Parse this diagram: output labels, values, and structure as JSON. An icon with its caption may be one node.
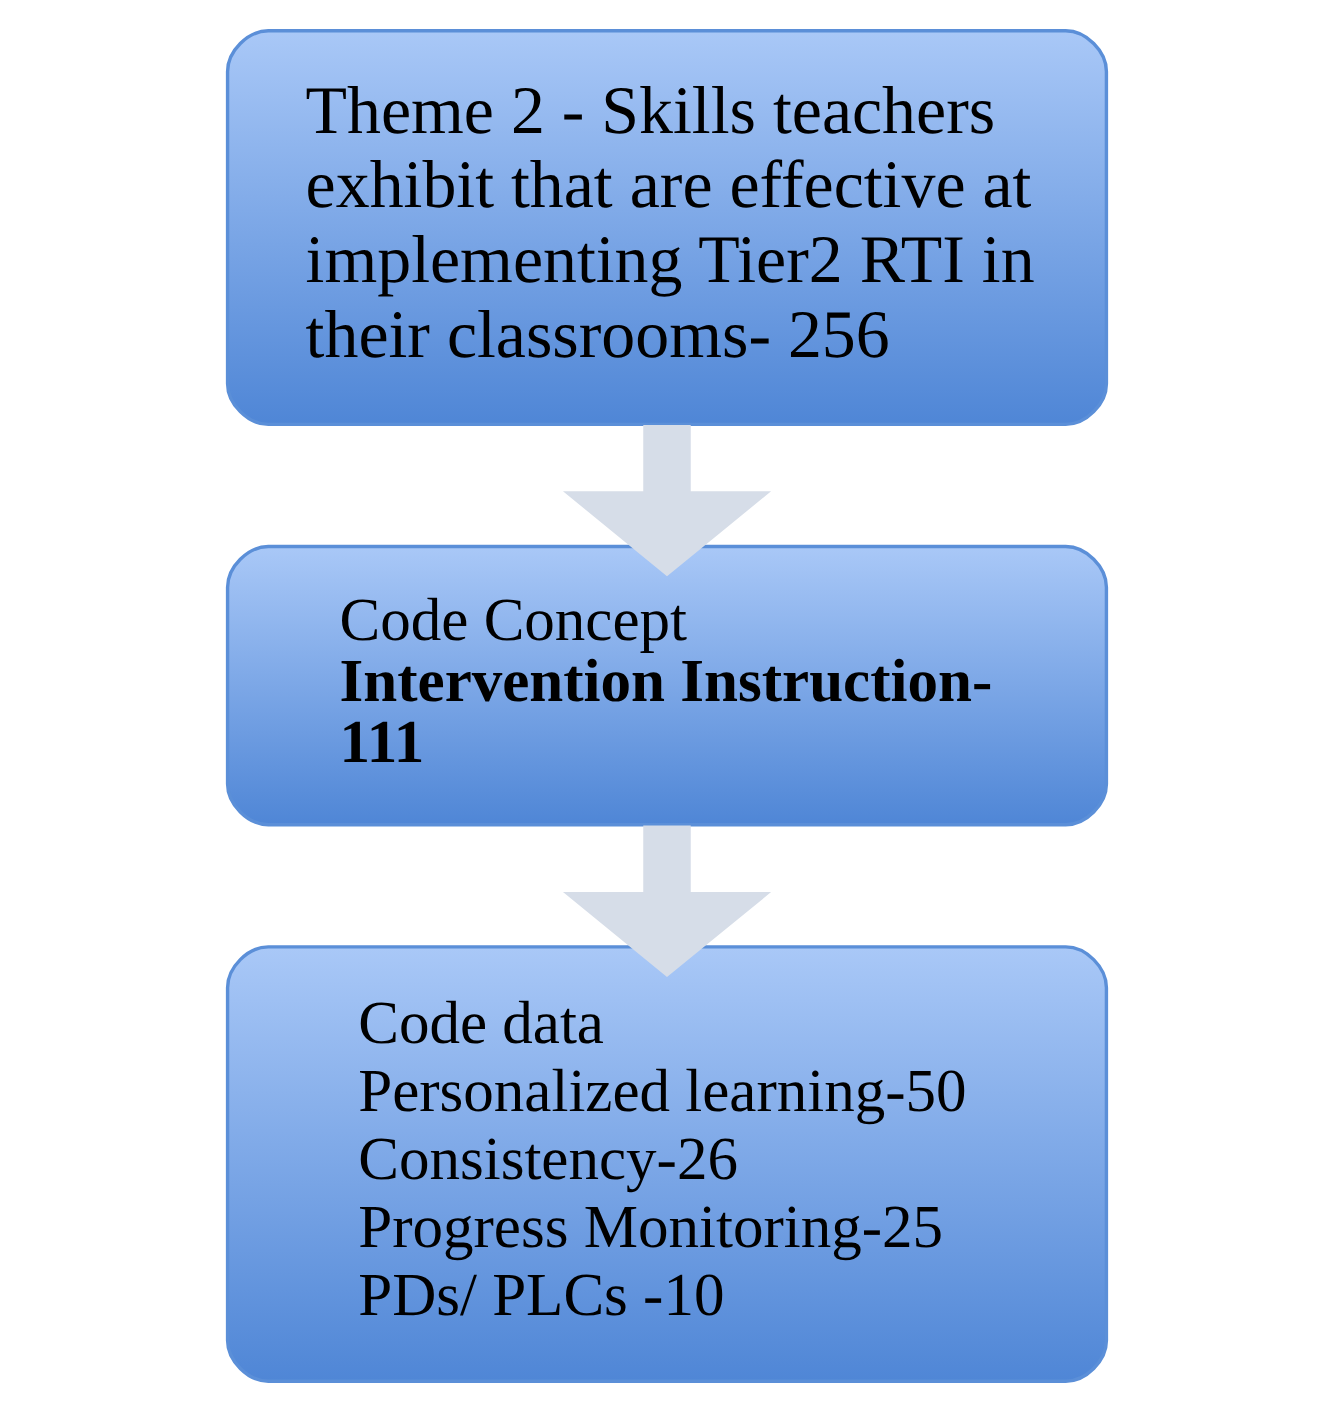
{
  "diagram": {
    "nodes": [
      {
        "text": [
          "Theme 2 - Skills teachers exhibit that are effective at implementing Tier2 RTI in their classrooms- 256"
        ]
      },
      {
        "text": [
          "Code Concept",
          "Intervention Instruction- 111"
        ]
      },
      {
        "text": [
          "Code data",
          "Personalized learning-50",
          "Consistency-26",
          "Progress Monitoring-25",
          "PDs/ PLCs -10"
        ]
      }
    ],
    "edges": [
      {
        "from": 0,
        "to": 1,
        "arrow": "to"
      },
      {
        "from": 1,
        "to": 2,
        "arrow": "to"
      }
    ]
  }
}
